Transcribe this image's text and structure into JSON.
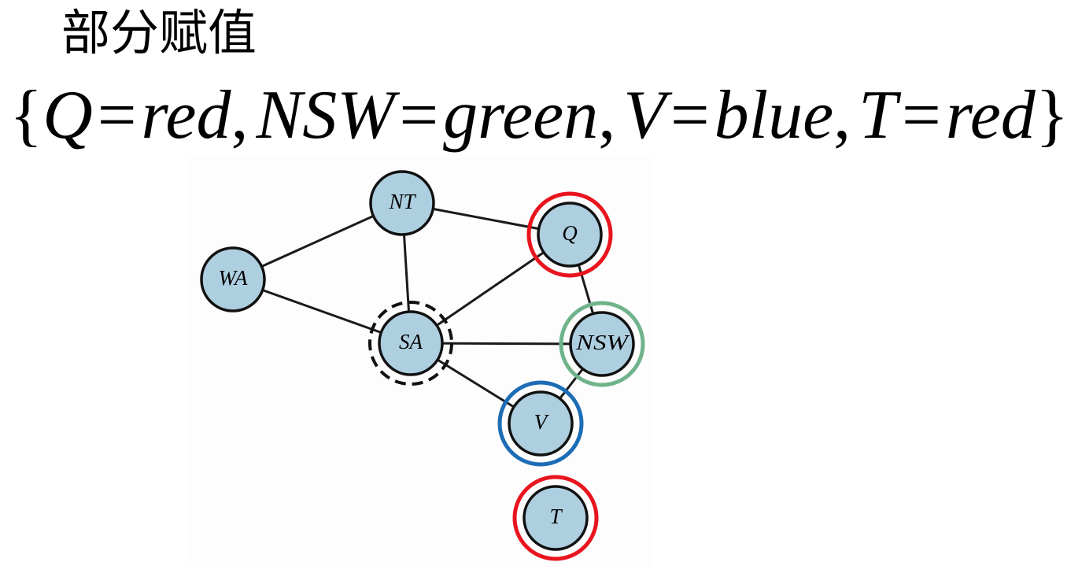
{
  "title": "部分赋值",
  "assignment": {
    "open_brace": "{",
    "close_brace": "}",
    "equals": "=",
    "comma": ",",
    "pairs": [
      {
        "var": "Q",
        "val": "red"
      },
      {
        "var": "NSW",
        "val": "green"
      },
      {
        "var": "V",
        "val": "blue"
      },
      {
        "var": "T",
        "val": "red"
      }
    ]
  },
  "graph": {
    "nodes": [
      {
        "id": "NT",
        "label": "NT",
        "highlight": null
      },
      {
        "id": "WA",
        "label": "WA",
        "highlight": null
      },
      {
        "id": "Q",
        "label": "Q",
        "highlight": "red"
      },
      {
        "id": "SA",
        "label": "SA",
        "highlight": "dashed-black"
      },
      {
        "id": "NSW",
        "label": "NSW",
        "highlight": "green"
      },
      {
        "id": "V",
        "label": "V",
        "highlight": "blue"
      },
      {
        "id": "T",
        "label": "T",
        "highlight": "red"
      }
    ],
    "edges": [
      [
        "WA",
        "NT"
      ],
      [
        "WA",
        "SA"
      ],
      [
        "NT",
        "SA"
      ],
      [
        "NT",
        "Q"
      ],
      [
        "SA",
        "Q"
      ],
      [
        "SA",
        "NSW"
      ],
      [
        "SA",
        "V"
      ],
      [
        "Q",
        "NSW"
      ],
      [
        "NSW",
        "V"
      ]
    ]
  },
  "colors": {
    "node_fill": "#aecfe0",
    "node_stroke": "#111111",
    "edge": "#1a1a1a",
    "red": "#e8141e",
    "green": "#6fb38b",
    "blue": "#1c6db5",
    "dashed-black": "#111111"
  }
}
